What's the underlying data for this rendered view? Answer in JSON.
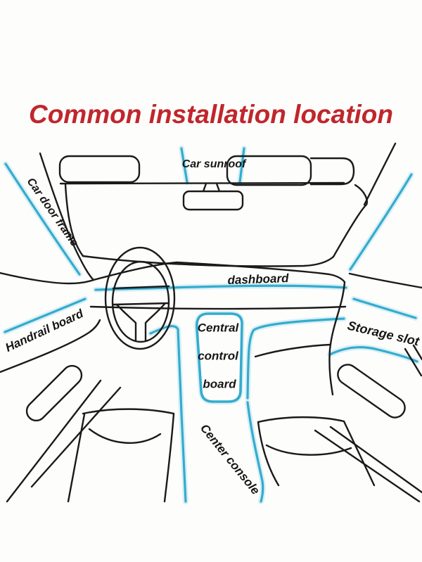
{
  "title": {
    "text": "Common installation location",
    "color": "#c0262c"
  },
  "diagram": {
    "description": "car interior line drawing, front cabin view",
    "accent_color": "#33accd",
    "outline_color": "#1a1a1a",
    "labels": {
      "car_sunroof": "Car sunroof",
      "car_door_frame": "Car door frame",
      "dashboard": "dashboard",
      "handrail_board": "Handrail board",
      "central_control_board": {
        "lines": [
          "Central",
          "control",
          "board"
        ]
      },
      "storage_slot": "Storage slot",
      "center_console": "Center console"
    }
  }
}
